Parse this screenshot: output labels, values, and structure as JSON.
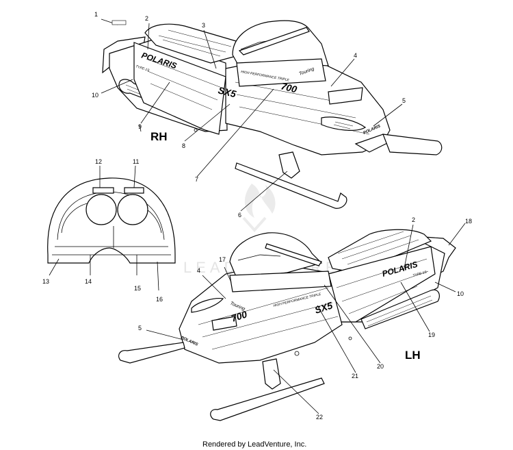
{
  "side_labels": {
    "rh": "RH",
    "lh": "LH"
  },
  "watermark": "LEADVENTURE",
  "footer": "Rendered by LeadVenture, Inc.",
  "decals": {
    "brand": "POLARIS",
    "model": "SX5",
    "number": "700",
    "tagline": "HIGH PERFORMANCE TRIPLE",
    "script": "Touring",
    "rear_code": "TYPE-1S"
  },
  "callouts": {
    "rh": [
      "1",
      "2",
      "3",
      "4",
      "5",
      "6",
      "7",
      "8",
      "9",
      "10"
    ],
    "console": [
      "11",
      "12",
      "13",
      "14",
      "15",
      "16"
    ],
    "lh": [
      "2",
      "4",
      "5",
      "10",
      "17",
      "18",
      "19",
      "20",
      "21",
      "22"
    ]
  }
}
